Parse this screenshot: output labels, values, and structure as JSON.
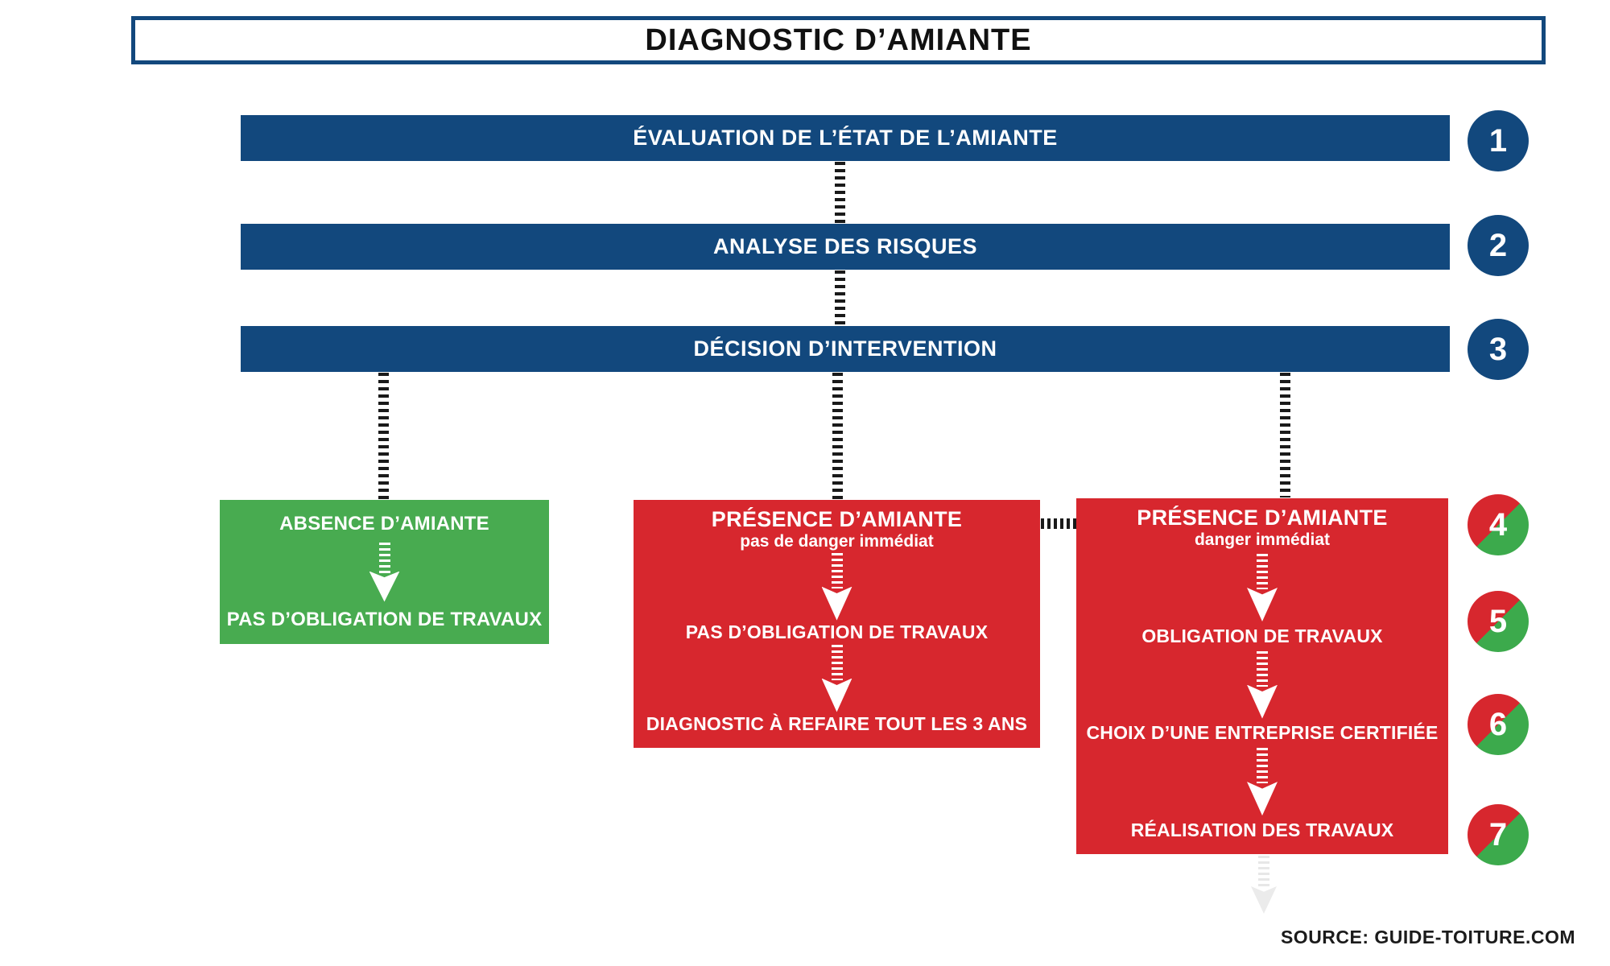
{
  "title": "DIAGNOSTIC D’AMIANTE",
  "main_steps": [
    {
      "number": "1",
      "label": "ÉVALUATION DE L’ÉTAT DE L’AMIANTE"
    },
    {
      "number": "2",
      "label": "ANALYSE DES RISQUES"
    },
    {
      "number": "3",
      "label": "DÉCISION D’INTERVENTION"
    }
  ],
  "branch_green": {
    "title": "ABSENCE D’AMIANTE",
    "step1": "PAS D’OBLIGATION DE TRAVAUX"
  },
  "branch_no_danger": {
    "title": "PRÉSENCE D’AMIANTE",
    "subtitle": "pas de danger immédiat",
    "step1": "PAS D’OBLIGATION DE TRAVAUX",
    "step2": "DIAGNOSTIC À REFAIRE TOUT LES 3 ANS"
  },
  "branch_danger": {
    "title": "PRÉSENCE D’AMIANTE",
    "subtitle": "danger immédiat",
    "step1": "OBLIGATION DE TRAVAUX",
    "step2": "CHOIX D’UNE ENTREPRISE CERTIFIÉE",
    "step3": "RÉALISATION DES TRAVAUX"
  },
  "sequence_badges": [
    "4",
    "5",
    "6",
    "7"
  ],
  "source": "SOURCE: GUIDE-TOITURE.COM",
  "colors": {
    "blue": "#12487D",
    "red": "#D7272E",
    "green": "#48AB50",
    "badge_green": "#3CAA4C",
    "dash_black": "#1A1A1A",
    "text_white": "#FFFFFF"
  }
}
